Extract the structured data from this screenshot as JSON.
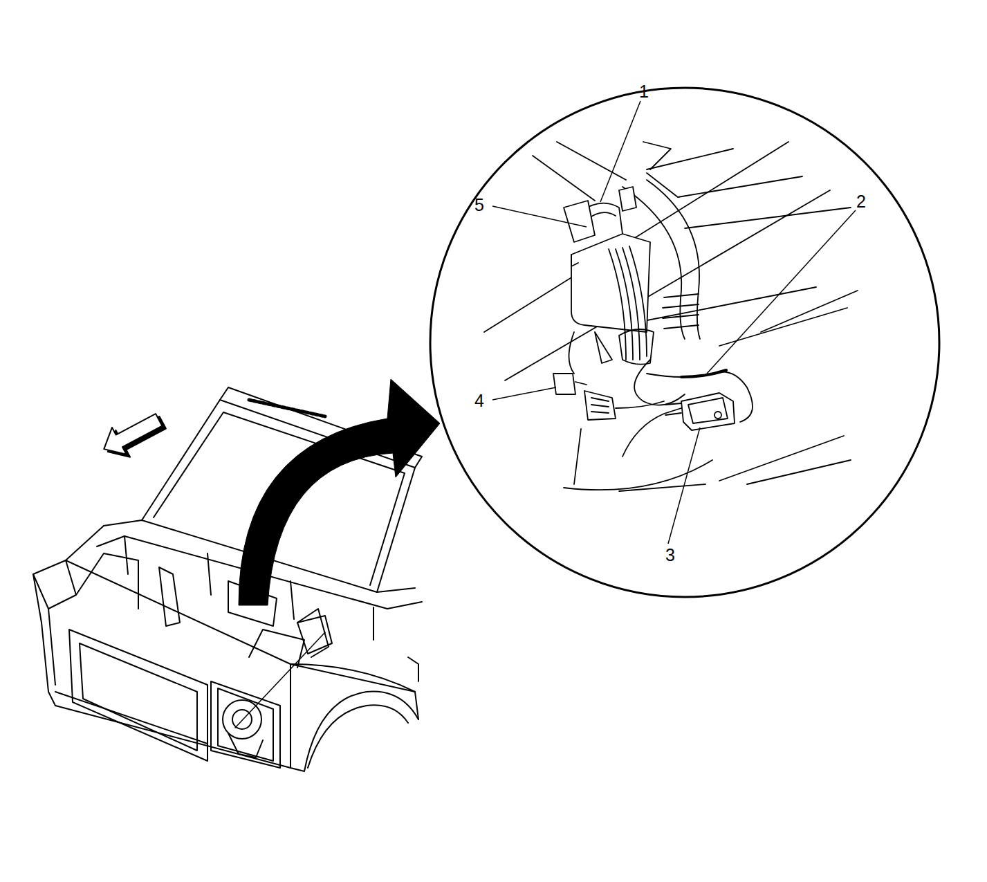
{
  "diagram": {
    "labels": [
      "1",
      "2",
      "5",
      "4",
      "3"
    ]
  }
}
